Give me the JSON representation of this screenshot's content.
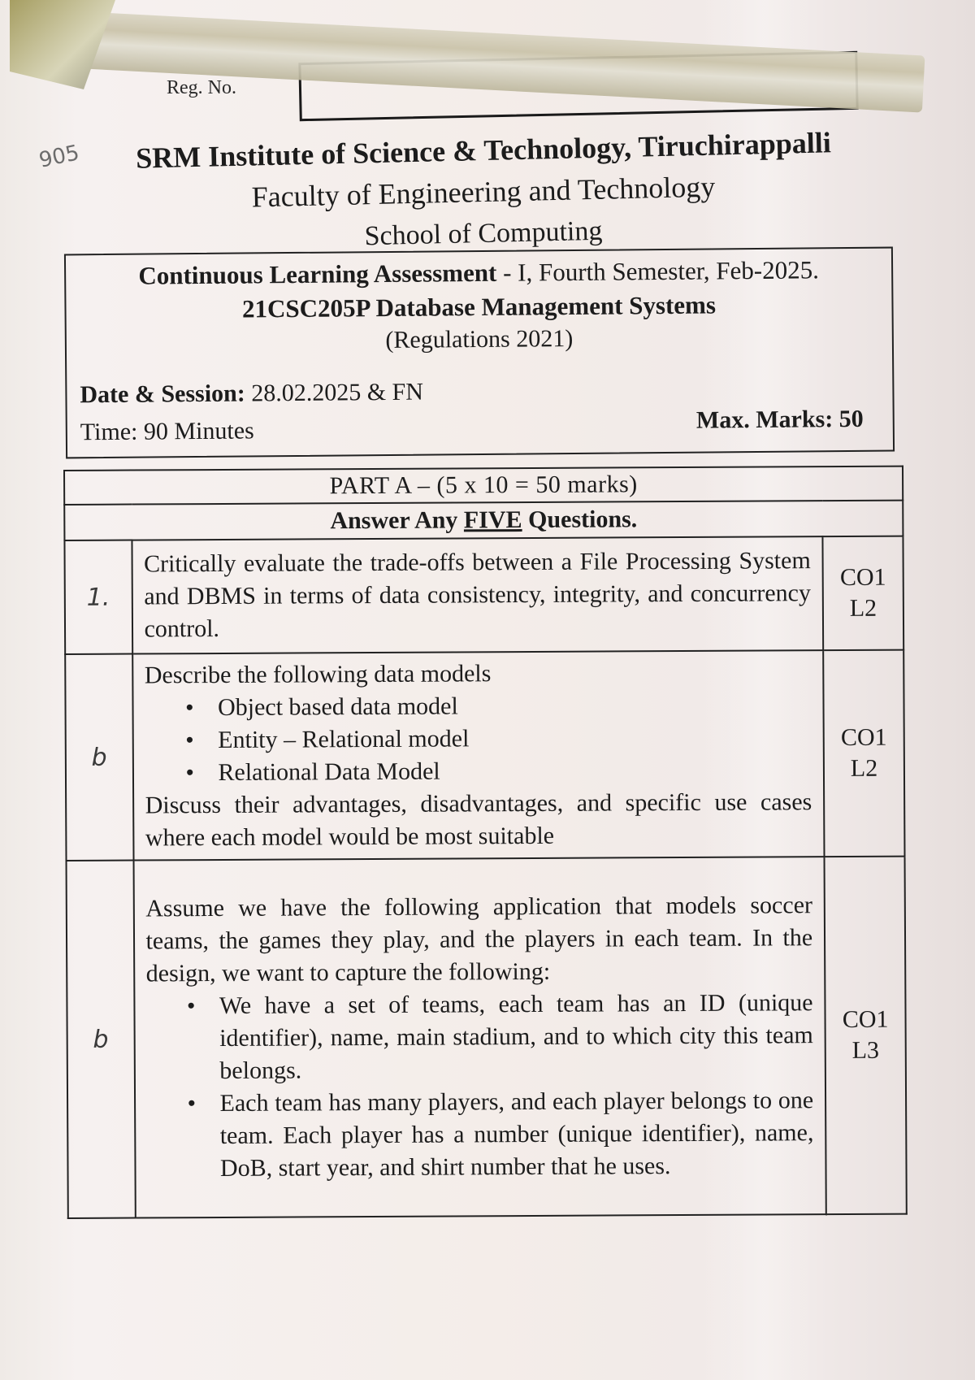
{
  "reg_label": "Reg. No.",
  "margin_note": "905",
  "header": {
    "institution": "SRM Institute of Science & Technology, Tiruchirappalli",
    "faculty": "Faculty of Engineering and Technology",
    "school": "School of Computing"
  },
  "exam": {
    "title_bold": "Continuous Learning Assessment",
    "title_rest": " - I, Fourth Semester, Feb-2025.",
    "course": "21CSC205P Database Management Systems",
    "regulations": "(Regulations 2021)",
    "session_label": "Date & Session:",
    "session_value": " 28.02.2025 & FN",
    "time": "Time: 90 Minutes",
    "max_marks": "Max. Marks: 50"
  },
  "part": {
    "title": "PART A – (5 x 10 = 50 marks)",
    "instruction_pre": "Answer Any ",
    "instruction_emph": "FIVE",
    "instruction_post": " Questions."
  },
  "questions": [
    {
      "number_mark": "1.",
      "text": "Critically evaluate the trade-offs between a File Processing System and DBMS in terms of data consistency, integrity, and concurrency control.",
      "co": "CO1",
      "level": "L2"
    },
    {
      "number_mark": "b",
      "intro": "Describe the following data models",
      "bullets": [
        "Object based data model",
        "Entity – Relational model",
        "Relational Data Model"
      ],
      "outro": "Discuss their advantages, disadvantages, and specific use cases where each model would be most suitable",
      "co": "CO1",
      "level": "L2"
    },
    {
      "number_mark": "b",
      "intro": "Assume we have the following application that models soccer teams, the games they play, and the players in each team. In the design, we want to capture the following:",
      "bullets": [
        "We have a set of teams, each team has an ID (unique identifier), name, main stadium, and to which city this team belongs.",
        "Each team has many players, and each player belongs to one team. Each player has a number (unique identifier), name, DoB, start year, and shirt number that he uses."
      ],
      "co": "CO1",
      "level": "L3"
    }
  ]
}
